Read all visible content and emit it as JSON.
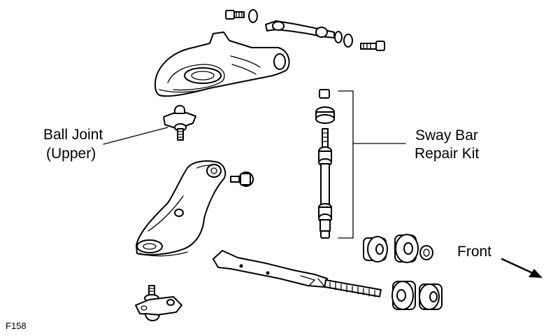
{
  "labels": {
    "ball_joint_line1": "Ball Joint",
    "ball_joint_line2": "(Upper)",
    "sway_bar_line1": "Sway Bar",
    "sway_bar_line2": "Repair Kit",
    "front": "Front",
    "figure_id": "F158"
  }
}
